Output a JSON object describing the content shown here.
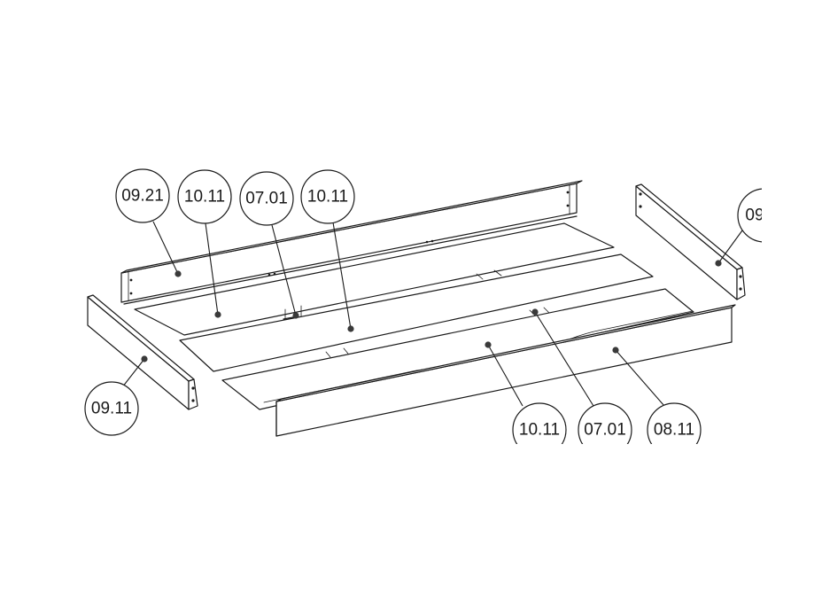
{
  "callouts": [
    {
      "id": "side-rail-back",
      "label": "09.21"
    },
    {
      "id": "slat-back",
      "label": "10.11"
    },
    {
      "id": "support-back",
      "label": "07.01"
    },
    {
      "id": "slat-middle",
      "label": "10.11"
    },
    {
      "id": "end-rail-right",
      "label": "09"
    },
    {
      "id": "end-rail-left",
      "label": "09.11"
    },
    {
      "id": "slat-front",
      "label": "10.11"
    },
    {
      "id": "support-front",
      "label": "07.01"
    },
    {
      "id": "side-rail-front",
      "label": "08.11"
    }
  ]
}
